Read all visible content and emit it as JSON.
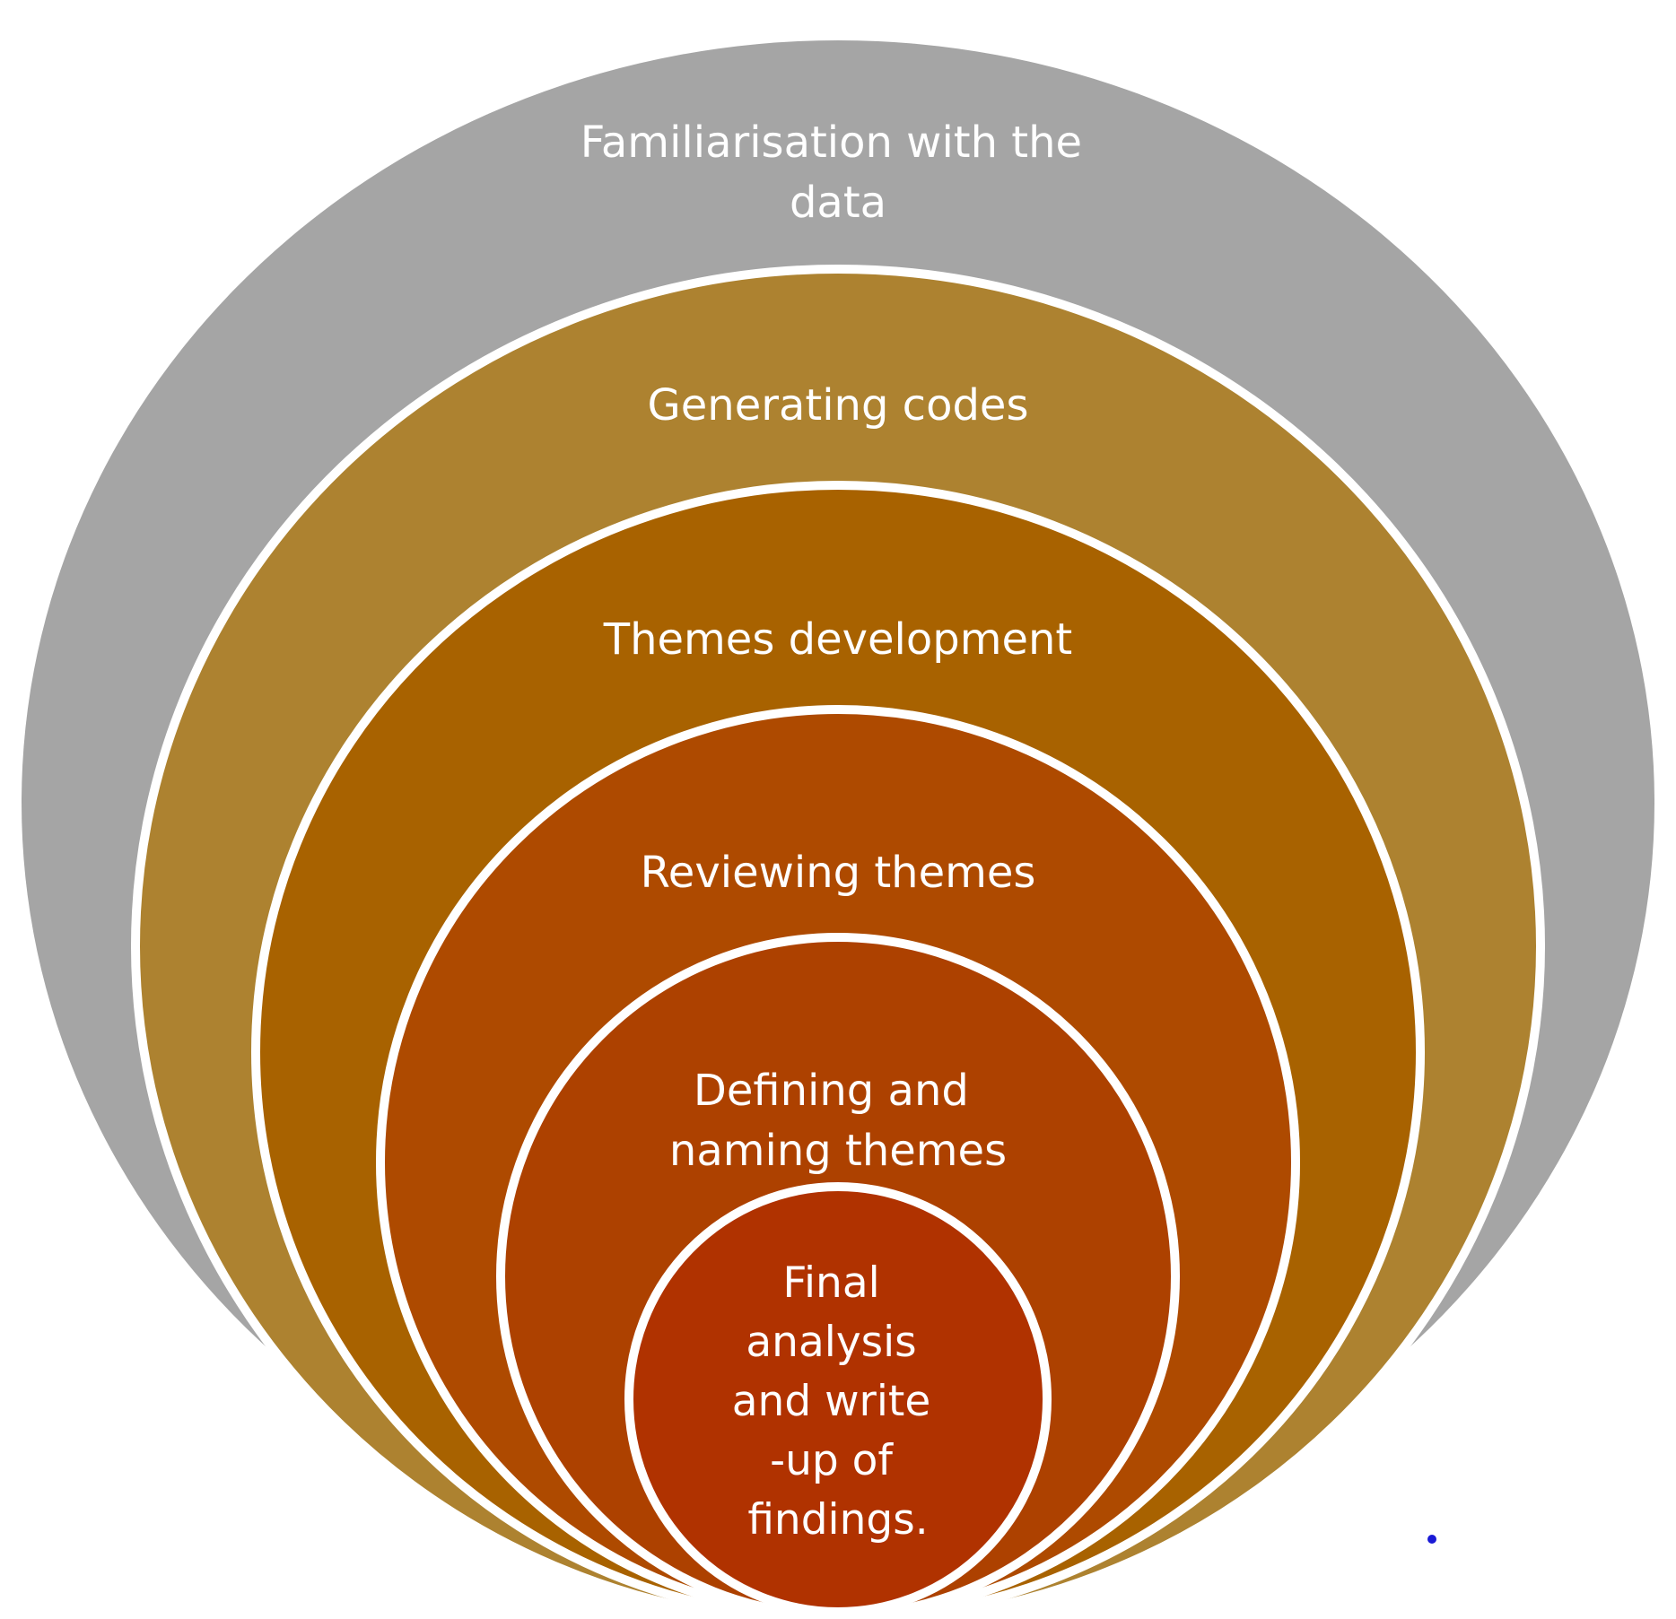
{
  "diagram": {
    "stages": [
      {
        "lines": [
          "Familiarisation with the",
          "data"
        ],
        "color": "#a5a5a5"
      },
      {
        "lines": [
          "Generating codes"
        ],
        "color": "#ad8230"
      },
      {
        "lines": [
          "Themes development"
        ],
        "color": "#a86200"
      },
      {
        "lines": [
          "Reviewing themes"
        ],
        "color": "#ae4a00"
      },
      {
        "lines": [
          "Defining and",
          "naming themes"
        ],
        "color": "#ad4100"
      },
      {
        "lines": [
          "Final",
          "analysis",
          "and write",
          "-up of",
          "findings."
        ],
        "color": "#b03200"
      }
    ]
  }
}
